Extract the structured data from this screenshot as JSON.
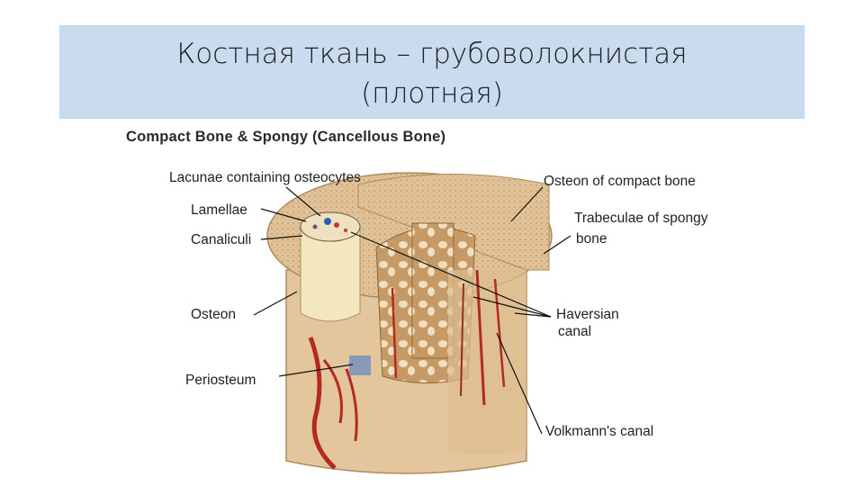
{
  "slide": {
    "title": "Костная ткань – грубоволокнистая\n(плотная)"
  },
  "diagram": {
    "title": "Compact Bone & Spongy (Cancellous Bone)",
    "labels": {
      "lacunae": "Lacunae containing osteocytes",
      "lamellae": "Lamellae",
      "canaliculi": "Canaliculi",
      "osteon": "Osteon",
      "periosteum": "Periosteum",
      "osteon_compact": "Osteon of compact bone",
      "trabeculae_line1": "Trabeculae of  spongy",
      "trabeculae_line2": "bone",
      "haversian_line1": "Haversian",
      "haversian_line2": "canal",
      "volkmann": "Volkmann's canal"
    },
    "colors": {
      "bone": "#e3c69c",
      "bone_top": "#d8b98a",
      "spongy": "#b98e5c",
      "vessel": "#b42a20",
      "vein": "#2f5fb0",
      "title_band": "#c9dcef"
    }
  }
}
